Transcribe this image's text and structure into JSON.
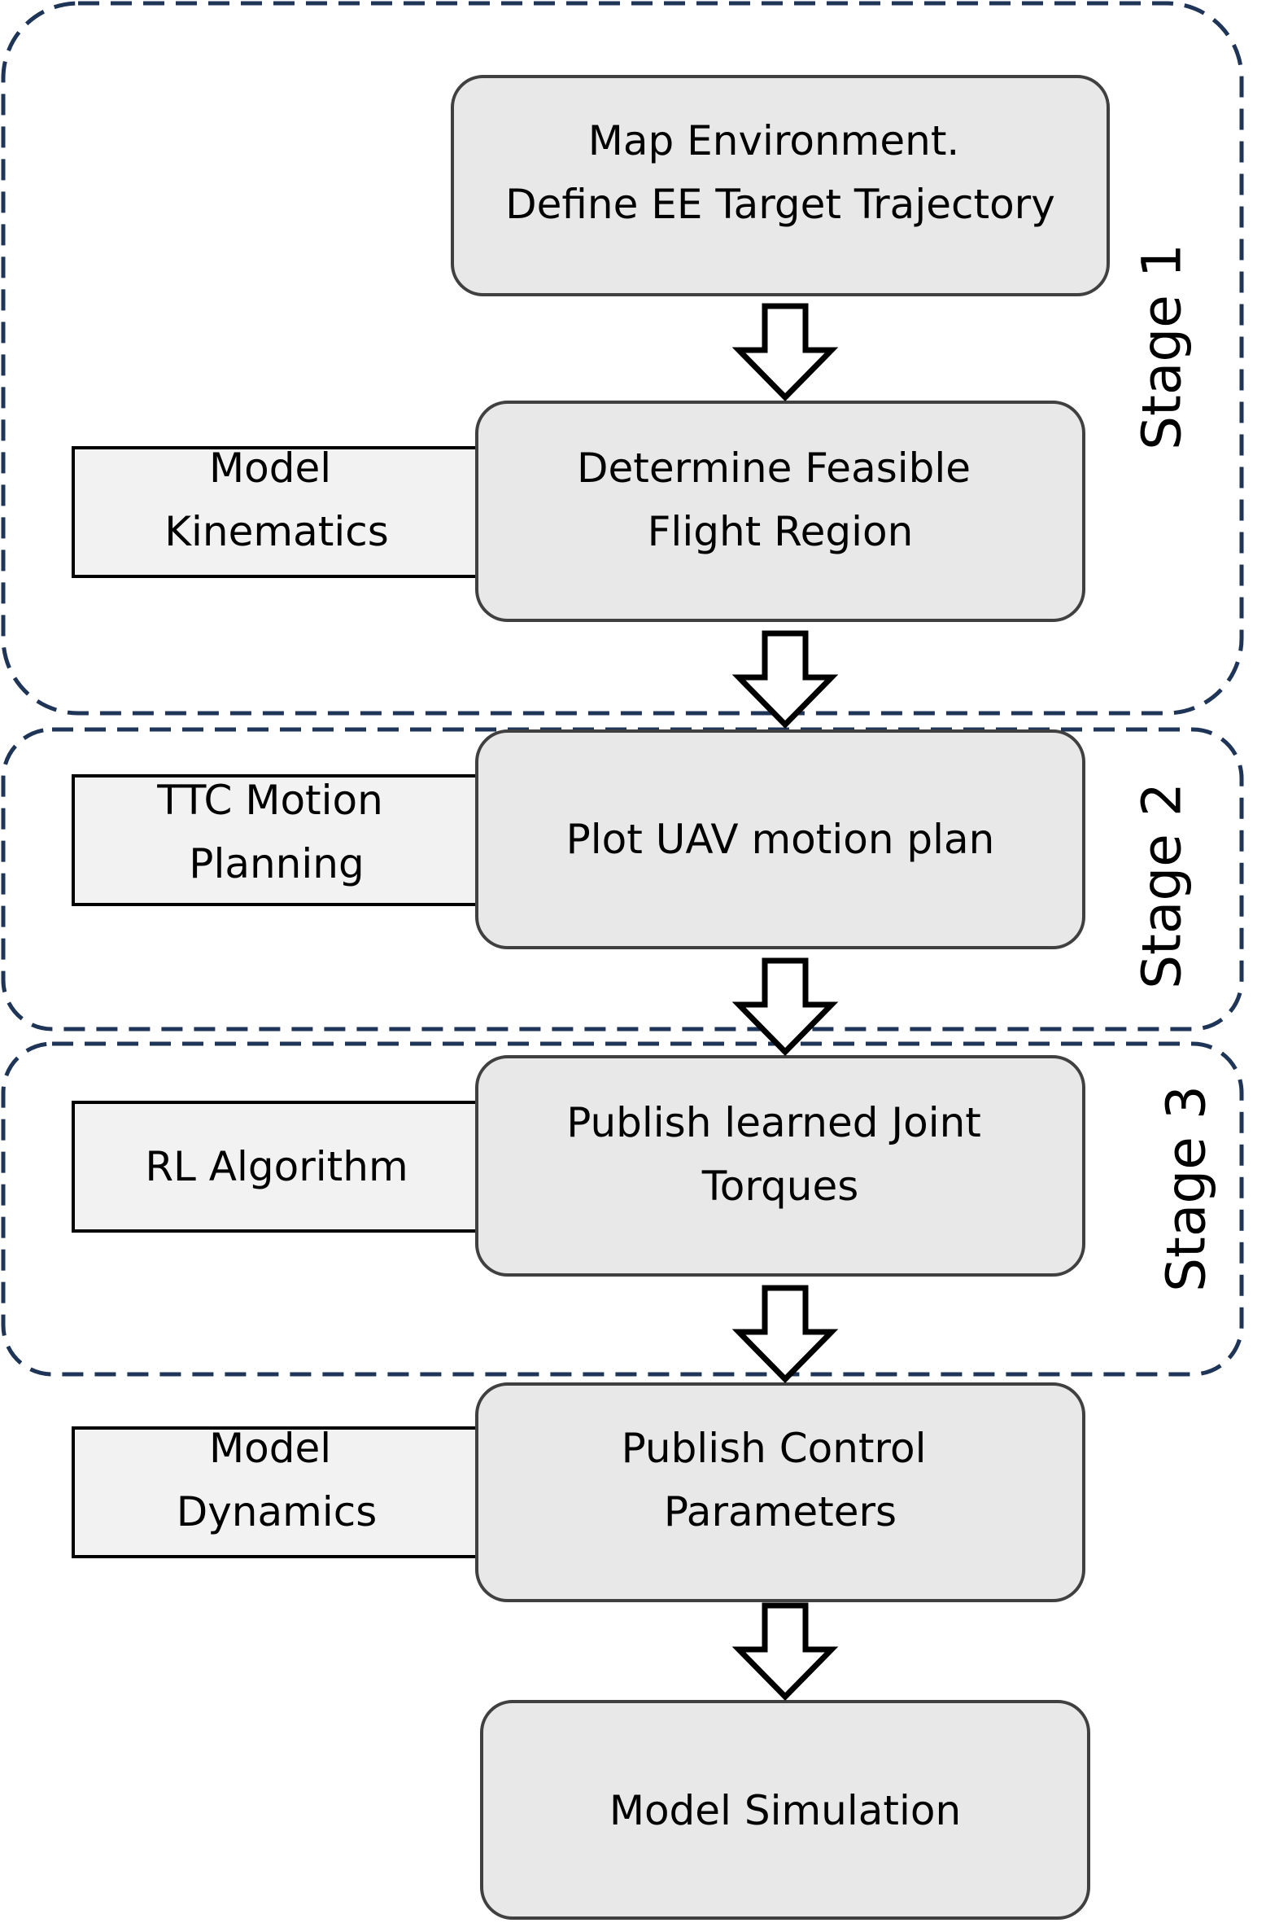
{
  "colors": {
    "process_fill": "#e8e8e8",
    "process_stroke": "#404040",
    "side_fill": "#f2f2f2",
    "side_stroke": "#000000",
    "stage_border": "#1f3557",
    "arrow_stroke": "#000000",
    "arrow_fill": "#ffffff",
    "text": "#000000"
  },
  "stages": [
    {
      "id": "stage-1",
      "label": "Stage 1"
    },
    {
      "id": "stage-2",
      "label": "Stage 2"
    },
    {
      "id": "stage-3",
      "label": "Stage 3"
    }
  ],
  "process_boxes": [
    {
      "id": "map-environment",
      "lines": [
        "Map Environment.",
        "Define EE Target Trajectory"
      ]
    },
    {
      "id": "determine-feasible-flight-region",
      "lines": [
        "Determine Feasible",
        "Flight Region"
      ]
    },
    {
      "id": "plot-uav-motion-plan",
      "lines": [
        "Plot UAV motion plan"
      ]
    },
    {
      "id": "publish-learned-joint-torques",
      "lines": [
        "Publish learned Joint",
        "Torques"
      ]
    },
    {
      "id": "publish-control-parameters",
      "lines": [
        "Publish Control",
        "Parameters"
      ]
    },
    {
      "id": "model-simulation",
      "lines": [
        "Model Simulation"
      ]
    }
  ],
  "side_boxes": [
    {
      "id": "model-kinematics",
      "lines": [
        "Model",
        "Kinematics"
      ]
    },
    {
      "id": "ttc-motion-planning",
      "lines": [
        "TTC Motion",
        "Planning"
      ]
    },
    {
      "id": "rl-algorithm",
      "lines": [
        "RL Algorithm"
      ]
    },
    {
      "id": "model-dynamics",
      "lines": [
        "Model",
        "Dynamics"
      ]
    }
  ]
}
